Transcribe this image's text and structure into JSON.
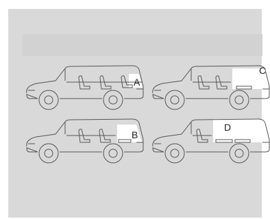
{
  "variants": [
    {
      "label": "A",
      "cargo": "third-row-seats-up"
    },
    {
      "label": "C",
      "cargo": "third-row-folded"
    },
    {
      "label": "B",
      "cargo": "third-row-partial"
    },
    {
      "label": "D",
      "cargo": "second-and-third-folded"
    }
  ],
  "colors": {
    "background": "#d9d9d9",
    "outline": "#555555",
    "highlight": "#ffffff"
  }
}
